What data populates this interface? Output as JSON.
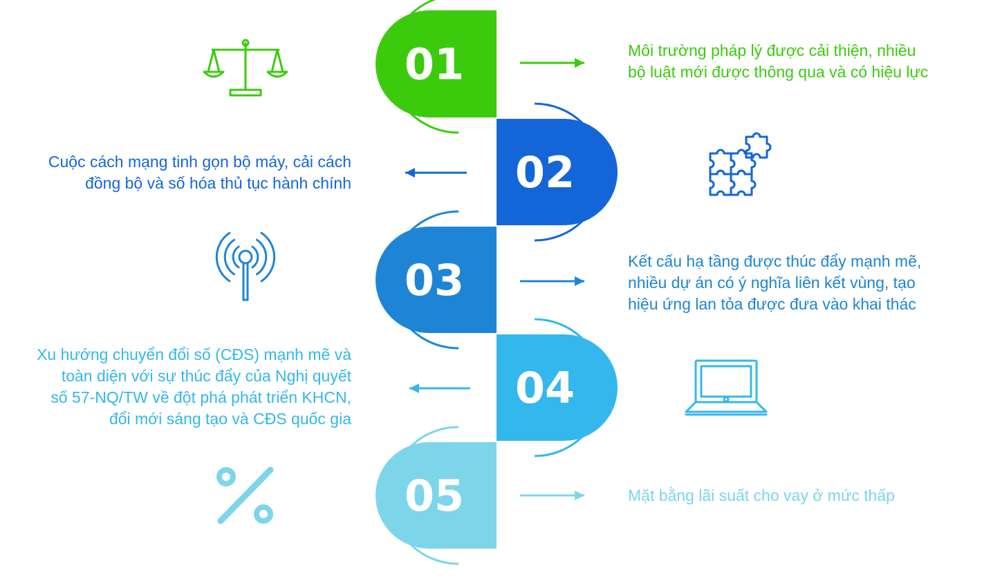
{
  "steps": [
    {
      "number": "01",
      "color": "#3BCB0C",
      "icon": "balance-scale-icon",
      "text_lines": [
        "Môi trường pháp lý được cải thiện, nhiều",
        "bộ luật mới được thông qua và có hiệu lực"
      ]
    },
    {
      "number": "02",
      "color": "#1466D8",
      "icon": "puzzle-icon",
      "text_lines": [
        "Cuộc cách mạng tinh gọn bộ máy, cải cách",
        "đồng bộ và số hóa thủ tục hành chính"
      ]
    },
    {
      "number": "03",
      "color": "#1E85D6",
      "icon": "antenna-icon",
      "text_lines": [
        "Kết cấu hạ tầng được thúc đẩy mạnh mẽ,",
        "nhiều dự án có ý nghĩa liên kết vùng, tạo",
        "hiệu ứng lan tỏa được đưa vào khai thác"
      ]
    },
    {
      "number": "04",
      "color": "#34B7EC",
      "icon": "laptop-icon",
      "text_lines": [
        "Xu hướng chuyển đổi số (CĐS) mạnh mẽ và",
        "toàn diện với sự thúc đẩy của Nghị quyết",
        "số 57-NQ/TW về đột phá phát triển KHCN,",
        "đổi mới sáng tạo và CĐS quốc gia"
      ]
    },
    {
      "number": "05",
      "color": "#7DD5EA",
      "icon": "percent-icon",
      "text_lines": [
        "Mặt bằng lãi suất cho vay ở mức thấp"
      ]
    }
  ]
}
